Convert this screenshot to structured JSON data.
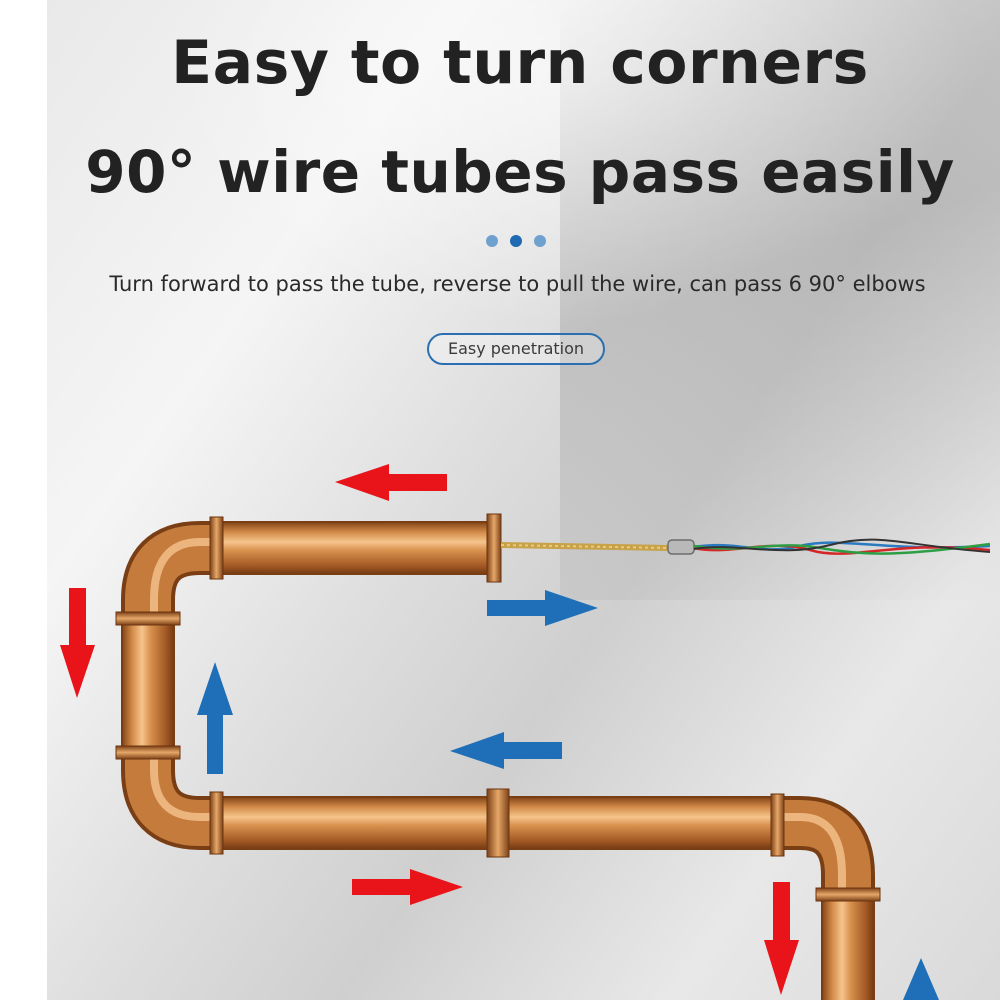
{
  "headline": {
    "line1": "Easy to turn corners",
    "line2": "90° wire tubes pass easily"
  },
  "description": "Turn forward to pass the tube, reverse to pull the wire, can pass 6 90° elbows",
  "badge": "Easy penetration",
  "carousel": {
    "dot_count": 3,
    "active_index": 1
  },
  "colors": {
    "pipe_copper": "#c9803f",
    "pull_arrow_red": "#e8141a",
    "push_arrow_blue": "#1e6fb8",
    "badge_border": "#2b6fb0"
  },
  "icons": [
    "red-arrow-icon",
    "blue-arrow-icon",
    "copper-pipe-icon",
    "wire-cable-icon"
  ]
}
